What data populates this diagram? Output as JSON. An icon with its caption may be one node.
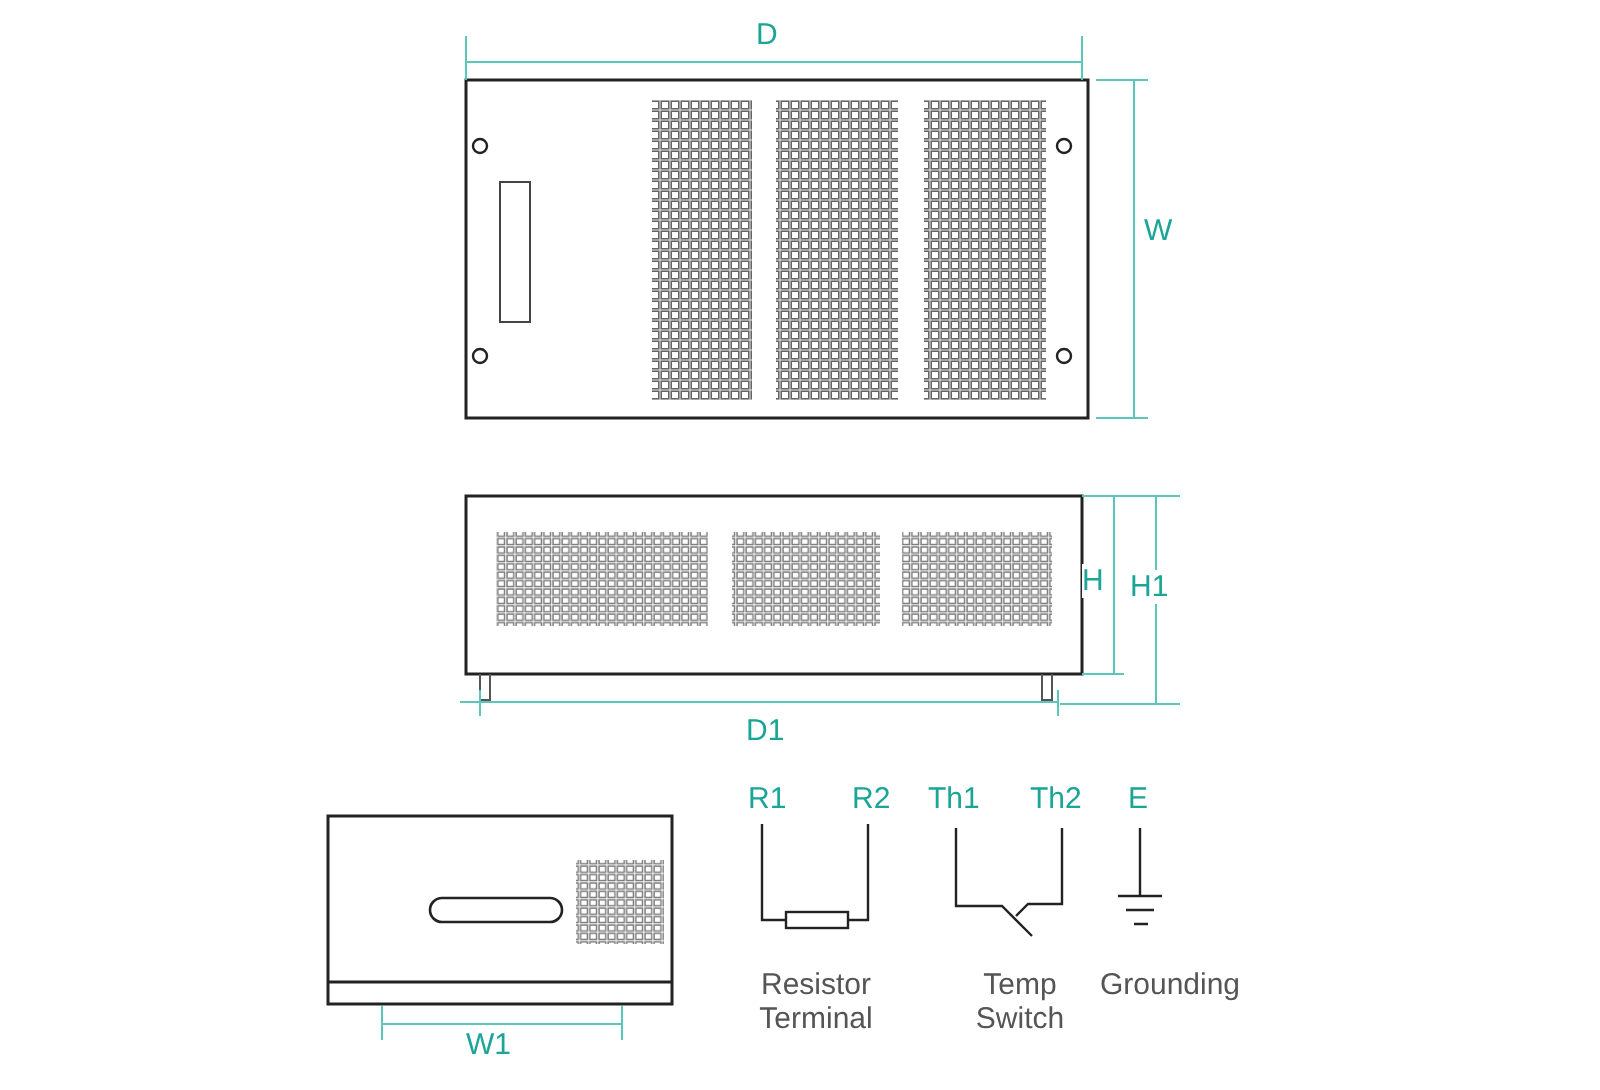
{
  "diagram": {
    "labels": [
      "D",
      "W",
      "H",
      "H1",
      "D1",
      "R1",
      "R2",
      "Th1",
      "Th2",
      "E",
      "Resistor Terminal",
      "Temp Switch",
      "Grounding",
      "W1"
    ]
  }
}
